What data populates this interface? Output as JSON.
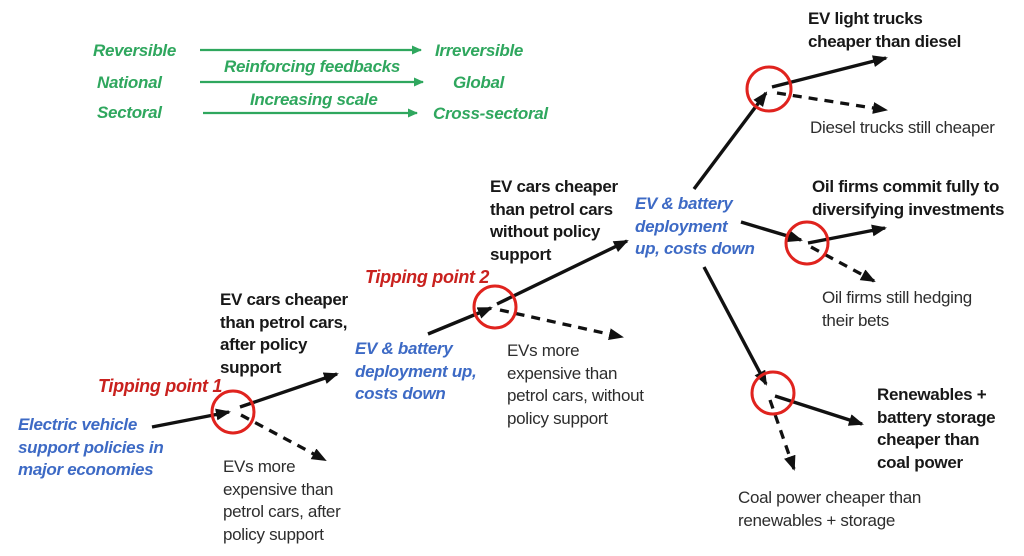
{
  "colors": {
    "success_text": "#181818",
    "failure_text": "#2d2d2d",
    "driver_blue": "#3d6ac5",
    "tipping_red_text": "#c9211e",
    "tipping_red_circle": "#e0231e",
    "legend_green": "#2fa75e",
    "arrow_black": "#111111"
  },
  "legend": {
    "rows": [
      {
        "left": "Reversible",
        "right": "Irreversible"
      },
      {
        "left": "National",
        "right": "Global"
      },
      {
        "left": "Sectoral",
        "right": "Cross-sectoral"
      }
    ],
    "arrow_labels": [
      "Reinforcing feedbacks",
      "Increasing scale"
    ]
  },
  "nodes": {
    "driver_1": "Electric vehicle\nsupport policies in\nmajor economies",
    "tipping_point_1": "Tipping point 1",
    "success_1": "EV cars cheaper\nthan petrol cars,\nafter policy\nsupport",
    "failure_1": "EVs more\nexpensive than\npetrol cars, after\npolicy support",
    "driver_2": "EV & battery\ndeployment up,\ncosts down",
    "tipping_point_2": "Tipping point 2",
    "success_2": "EV cars cheaper\nthan petrol cars\nwithout policy\nsupport",
    "failure_2": "EVs more\nexpensive than\npetrol cars, without\npolicy support",
    "driver_3": "EV & battery\ndeployment\nup, costs down",
    "success_trucks": "EV light trucks\ncheaper than diesel",
    "failure_trucks": "Diesel trucks still cheaper",
    "success_oil": "Oil firms commit fully to\ndiversifying investments",
    "failure_oil": "Oil firms still hedging\ntheir bets",
    "success_power": "Renewables +\nbattery storage\ncheaper than\ncoal power",
    "failure_power": "Coal power cheaper than\nrenewables + storage"
  }
}
